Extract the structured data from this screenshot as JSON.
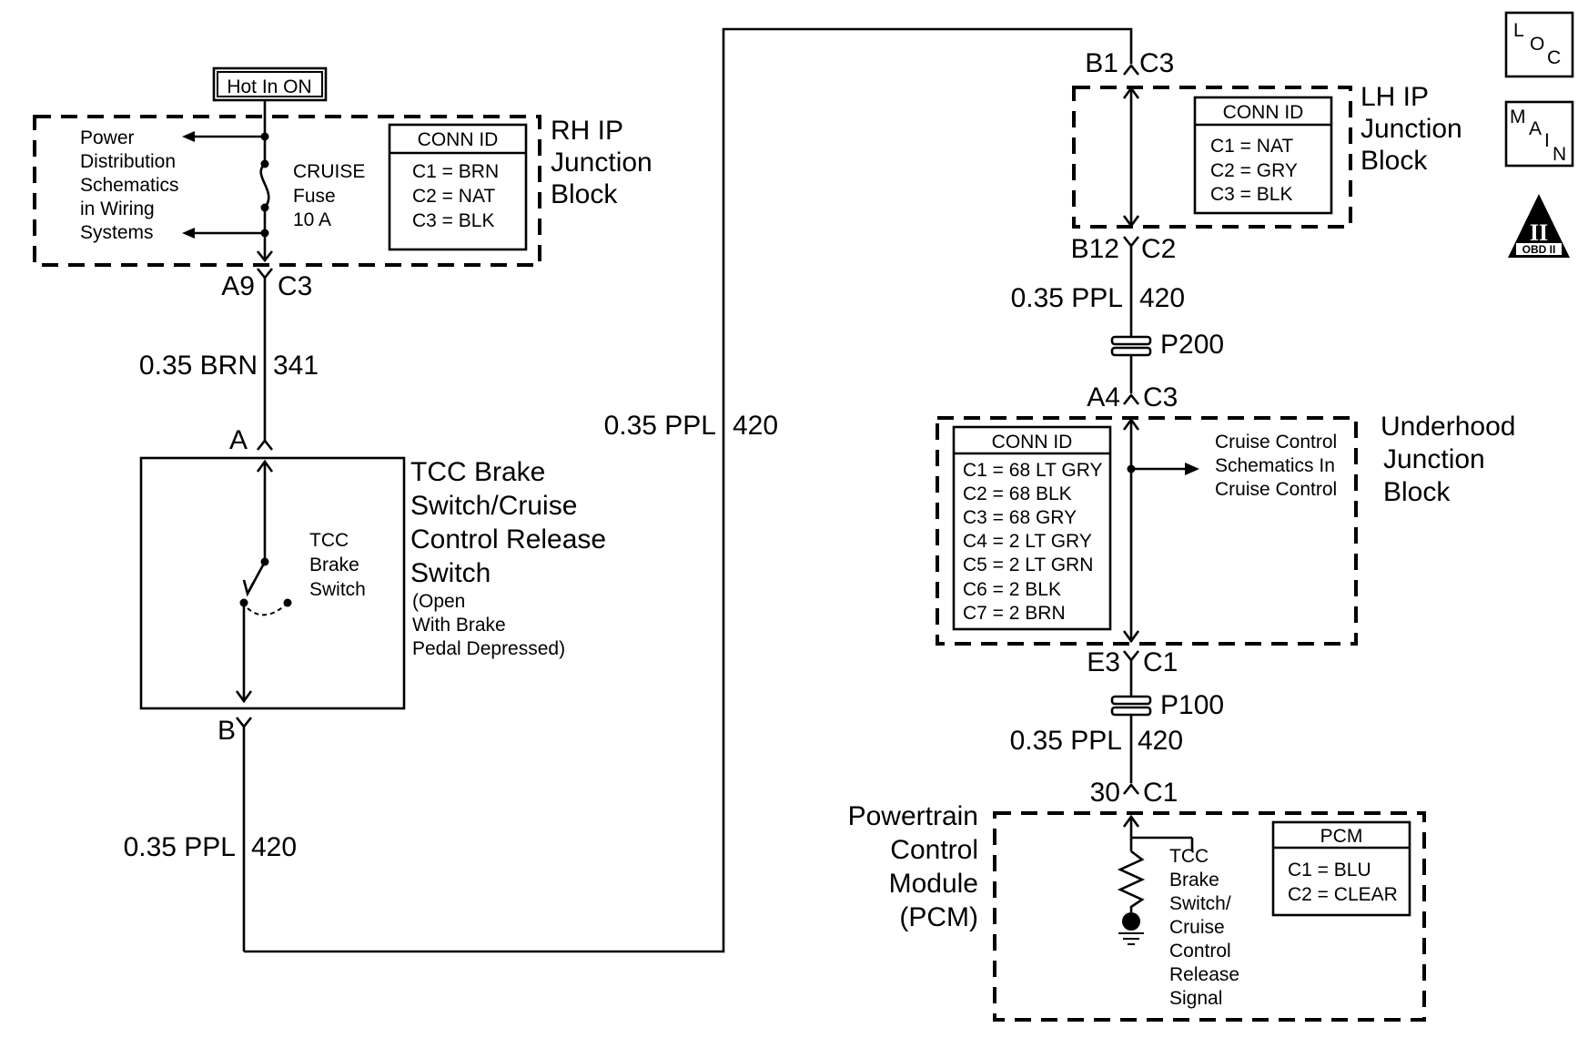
{
  "hot_label": "Hot In ON",
  "rh_block": {
    "power_dist": [
      "Power",
      "Distribution",
      "Schematics",
      "in Wiring",
      "Systems"
    ],
    "fuse": [
      "CRUISE",
      "Fuse",
      "10 A"
    ],
    "conn_title": "CONN ID",
    "conns": [
      "C1 = BRN",
      "C2 = NAT",
      "C3 = BLK"
    ],
    "name": [
      "RH IP",
      "Junction",
      "Block"
    ]
  },
  "rh_pin": {
    "pin": "A9",
    "conn": "C3"
  },
  "wire1": {
    "gauge": "0.35 BRN",
    "circuit": "341"
  },
  "brake_switch": {
    "pin_a": "A",
    "pin_b": "B",
    "internal": [
      "TCC",
      "Brake",
      "Switch"
    ],
    "name": [
      "TCC Brake",
      "Switch/Cruise",
      "Control Release",
      "Switch"
    ],
    "note": [
      "(Open",
      "With Brake",
      "Pedal Depressed)"
    ]
  },
  "wire2": {
    "gauge": "0.35 PPL",
    "circuit": "420"
  },
  "wire3": {
    "gauge": "0.35 PPL",
    "circuit": "420"
  },
  "lh_top_pin": {
    "pin": "B1",
    "conn": "C3"
  },
  "lh_block": {
    "conn_title": "CONN ID",
    "conns": [
      "C1 = NAT",
      "C2 = GRY",
      "C3 = BLK"
    ],
    "name": [
      "LH IP",
      "Junction",
      "Block"
    ]
  },
  "lh_bottom_pin": {
    "pin": "B12",
    "conn": "C2"
  },
  "wire4": {
    "gauge": "0.35 PPL",
    "circuit": "420"
  },
  "splice1": "P200",
  "uh_top_pin": {
    "pin": "A4",
    "conn": "C3"
  },
  "uh_block": {
    "conn_title": "CONN ID",
    "conns": [
      "C1 = 68 LT GRY",
      "C2 = 68 BLK",
      "C3 = 68 GRY",
      "C4 = 2 LT GRY",
      "C5 = 2 LT GRN",
      "C6 = 2 BLK",
      "C7 = 2 BRN"
    ],
    "cruise_ref": [
      "Cruise Control",
      "Schematics In",
      "Cruise Control"
    ],
    "name": [
      "Underhood",
      "Junction",
      "Block"
    ]
  },
  "uh_bottom_pin": {
    "pin": "E3",
    "conn": "C1"
  },
  "splice2": "P100",
  "wire5": {
    "gauge": "0.35 PPL",
    "circuit": "420"
  },
  "pcm_pin": {
    "pin": "30",
    "conn": "C1"
  },
  "pcm": {
    "name": [
      "Powertrain",
      "Control",
      "Module",
      "(PCM)"
    ],
    "signal": [
      "TCC",
      "Brake",
      "Switch/",
      "Cruise",
      "Control",
      "Release",
      "Signal"
    ],
    "conn_title": "PCM",
    "conns": [
      "C1 = BLU",
      "C2 = CLEAR"
    ]
  },
  "side_icons": {
    "loc": [
      "L",
      "O",
      "C"
    ],
    "main": [
      "M",
      "A",
      "I",
      "N"
    ],
    "obd": [
      "II",
      "OBD II"
    ]
  }
}
